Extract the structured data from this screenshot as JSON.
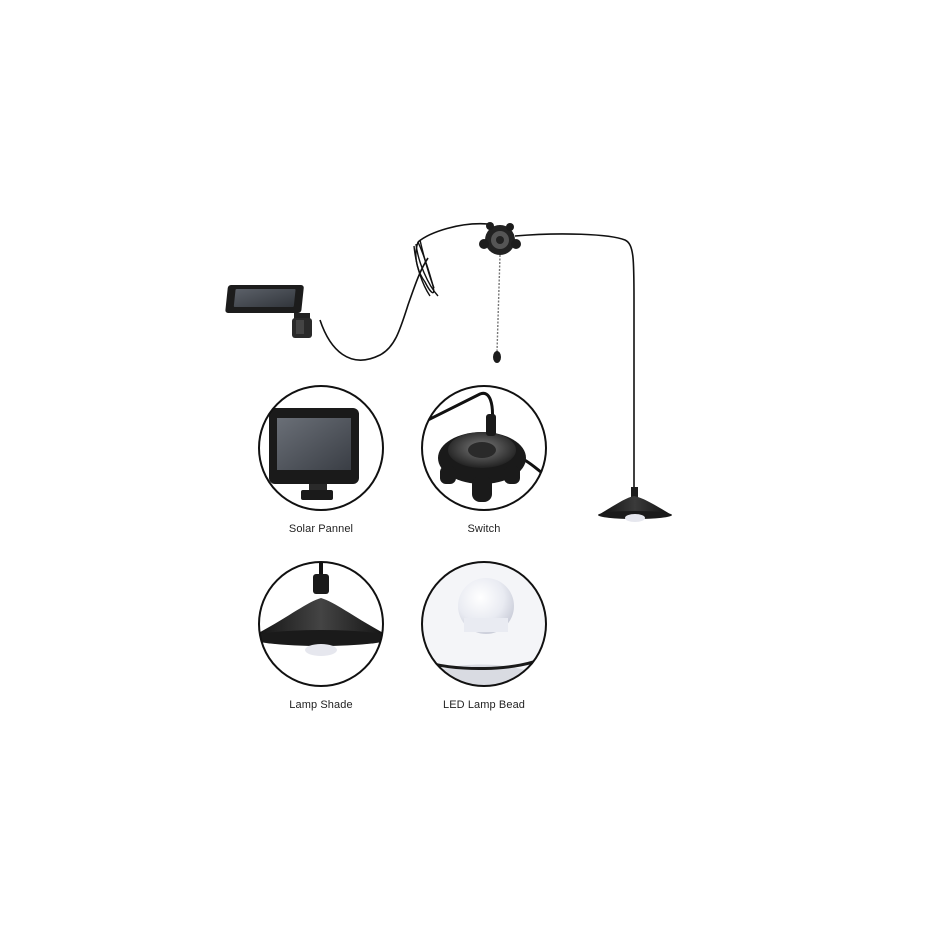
{
  "colors": {
    "background": "#ffffff",
    "product_black": "#1c1c1c",
    "panel_glass": "#4a4e55",
    "cable": "#111111",
    "bulb": "#e9ebf2"
  },
  "product": {
    "parts": [
      {
        "id": "solar-panel",
        "label": "Solar Pannel",
        "icon": "solar-panel-icon"
      },
      {
        "id": "switch",
        "label": "Switch",
        "icon": "switch-icon"
      },
      {
        "id": "lamp-shade",
        "label": "Lamp Shade",
        "icon": "lamp-shade-icon"
      },
      {
        "id": "led-bead",
        "label": "LED Lamp Bead",
        "icon": "led-bead-icon"
      }
    ]
  }
}
